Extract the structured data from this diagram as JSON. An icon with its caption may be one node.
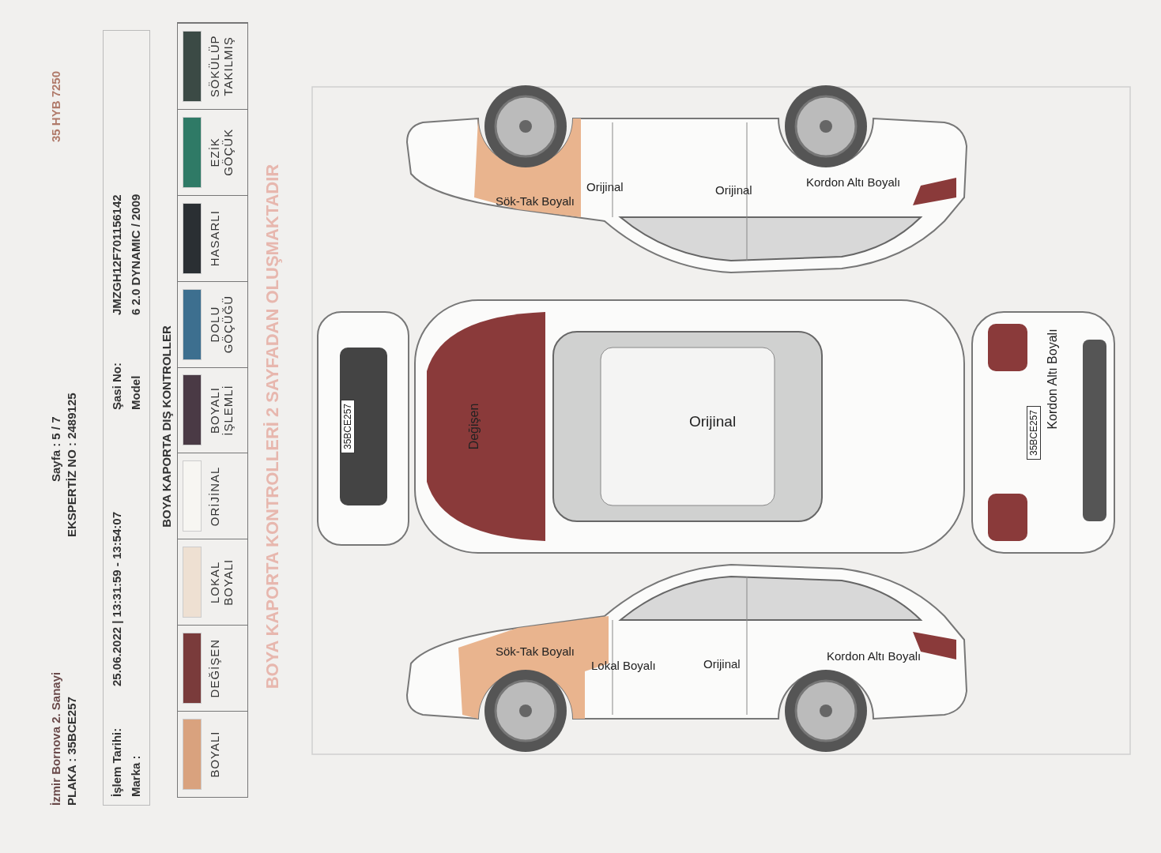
{
  "diagram": {
    "title": "BOYA KAPORTA DIŞ KONTROLLER",
    "labels": [
      "İzmir Bornova 2. Sanayi",
      "PLAKA : 35BCE257",
      "Sayfa : 5 / 7",
      "EKSPERTİZ NO : 2489125",
      "35 HYB 7250",
      "İşlem Tarihi:",
      "25.06.2022 | 13:31:59 - 13:54:07",
      "Şasi No:",
      "JMZGH12F701156142",
      "Marka :",
      "Model",
      "6 2.0 DYNAMIC / 2009",
      "BOYA KAPORTA KONTROLLERİ 2 SAYFADAN OLUŞMAKTADIR",
      "Sök-Tak Boyalı",
      "Orijinal",
      "Orijinal",
      "Kordon Altı Boyalı",
      "35BCE257",
      "Değişen",
      "Orijinal",
      "Kordon Altı Boyalı",
      "35BCE257",
      "Sök-Tak Boyalı",
      "Lokal Boyalı",
      "Orijinal",
      "Kordon Altı Boyalı"
    ],
    "legend": [
      {
        "text": "BOYALI",
        "color": "#d9a27e"
      },
      {
        "text": "DEĞİŞEN",
        "color": "#7a3b3b"
      },
      {
        "text": "LOKAL BOYALI",
        "color": "#eee0d2"
      },
      {
        "text": "ORİJİNAL",
        "color": "#f7f6f2"
      },
      {
        "text": "BOYALI İŞLEMLİ",
        "color": "#4a3a45"
      },
      {
        "text": "DOLU GÖÇÜĞÜ",
        "color": "#3d6f8f"
      },
      {
        "text": "HASARLI",
        "color": "#2a2f33"
      },
      {
        "text": "EZİK GÖÇÜK",
        "color": "#2f7a66"
      },
      {
        "text": "SÖKÜLÜP TAKILMIŞ",
        "color": "#3b4a45"
      }
    ]
  }
}
